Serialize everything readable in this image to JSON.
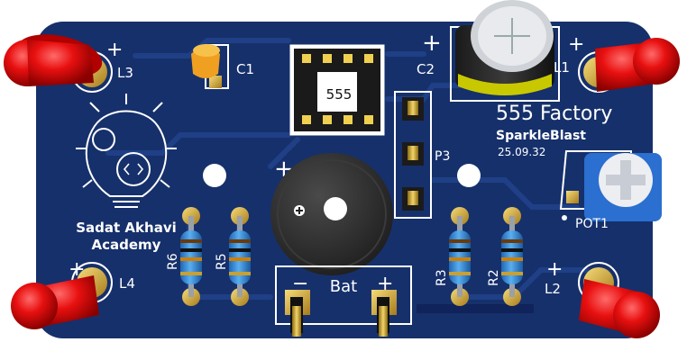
{
  "board": {
    "title": "555 Factory",
    "subtitle": "SparkleBlast",
    "date": "25.09.32",
    "logo": {
      "line1": "Sadat Akhavi",
      "line2": "Academy"
    },
    "ic_label": "555",
    "battery": {
      "label": "Bat",
      "minus": "−",
      "plus": "+"
    },
    "connector_label": "P3",
    "pot_label": "POT1",
    "polarity_plus": "+"
  },
  "leds": [
    {
      "ref": "L3"
    },
    {
      "ref": "L1"
    },
    {
      "ref": "L4"
    },
    {
      "ref": "L2"
    }
  ],
  "capacitors": [
    {
      "ref": "C1"
    },
    {
      "ref": "C2"
    }
  ],
  "resistors": [
    {
      "ref": "R6"
    },
    {
      "ref": "R5"
    },
    {
      "ref": "R3"
    },
    {
      "ref": "R2"
    }
  ],
  "colors": {
    "pcb": "#16306b",
    "trace": "#1f3f86",
    "silkscreen": "#ffffff",
    "pad": "#d4a93a",
    "led": "#e81010",
    "resistor": "#3d8fe0",
    "buzzer": "#2b2b2b"
  },
  "icons": {
    "logo": "lightbulb-gear-icon",
    "buzzer_plus": "plus-circle-icon"
  }
}
